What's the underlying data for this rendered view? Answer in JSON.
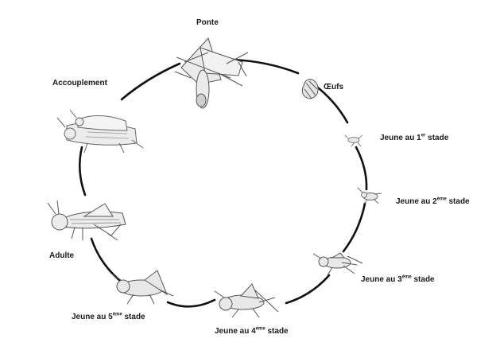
{
  "labels": {
    "ponte": "Ponte",
    "oeufs": "Œufs",
    "stade1": {
      "text": "Jeune au 1",
      "sup": "er",
      "tail": " stade"
    },
    "stade2": {
      "text": "Jeune au 2",
      "sup": "ème",
      "tail": " stade"
    },
    "stade3": {
      "text": "Jeune au 3",
      "sup": "ème",
      "tail": " stade"
    },
    "stade4": {
      "text": "Jeune au 4",
      "sup": "ème",
      "tail": " stade"
    },
    "stade5": {
      "text": "Jeune au 5",
      "sup": "ème",
      "tail": " stade"
    },
    "adulte": "Adulte",
    "accouplement": "Accouplement"
  },
  "colors": {
    "cycle_line": "#111111",
    "insect_fill": "#ebebeb",
    "insect_stroke": "#555555"
  }
}
